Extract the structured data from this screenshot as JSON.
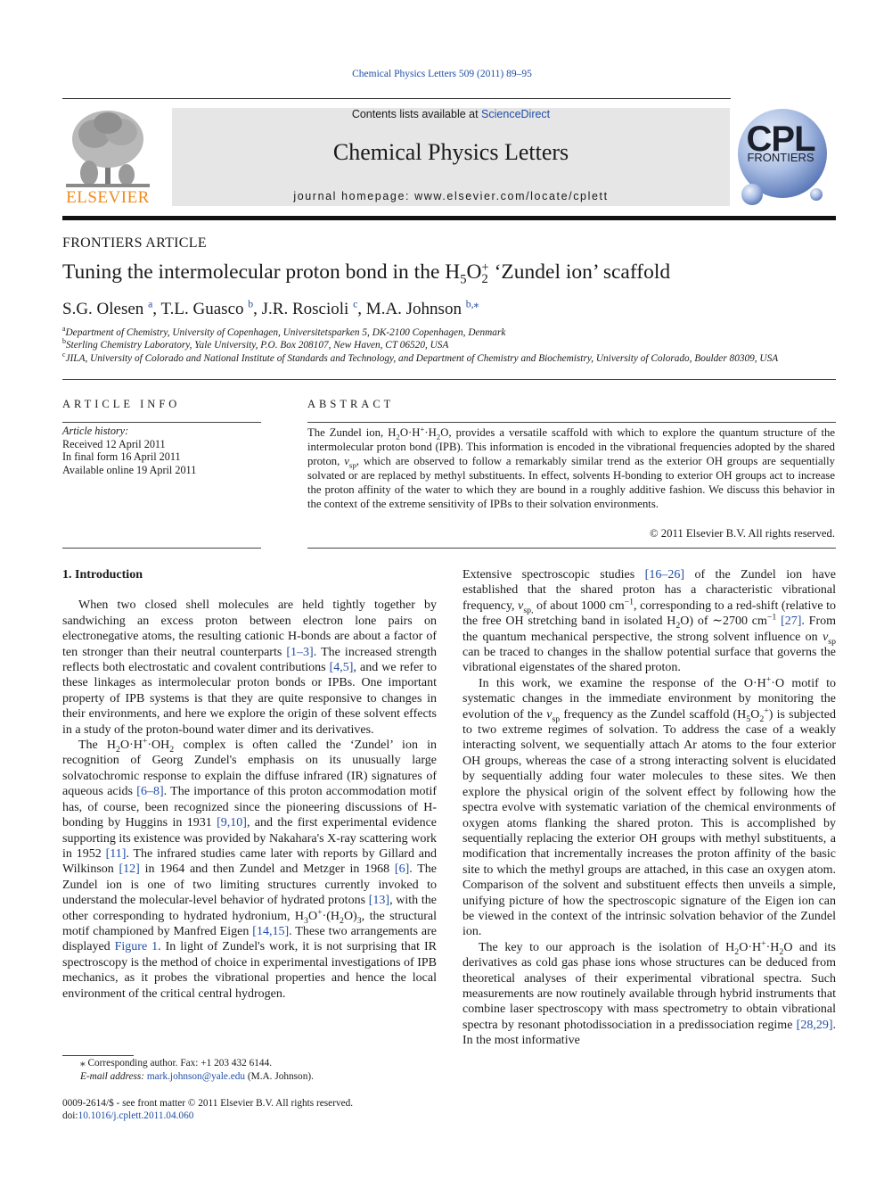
{
  "header": {
    "citation": "Chemical Physics Letters 509 (2011) 89–95",
    "contents_prefix": "Contents lists available at ",
    "contents_link": "ScienceDirect",
    "journal_title": "Chemical Physics Letters",
    "homepage_prefix": "journal homepage: ",
    "homepage_url": "www.elsevier.com/locate/cplett",
    "publisher_logo_text": "ELSEVIER",
    "journal_logo_line1": "CPL",
    "journal_logo_line2": "FRONTIERS"
  },
  "article": {
    "type": "FRONTIERS ARTICLE",
    "title_before": "Tuning the intermolecular proton bond in the H",
    "title_sub1": "5",
    "title_mid": "O",
    "title_sup": "+",
    "title_sub2": "2",
    "title_after": " ‘Zundel ion’ scaffold",
    "authors": [
      {
        "name": "S.G. Olesen",
        "mark": "a",
        "sep": ", "
      },
      {
        "name": "T.L. Guasco",
        "mark": "b",
        "sep": ", "
      },
      {
        "name": "J.R. Roscioli",
        "mark": "c",
        "sep": ", "
      },
      {
        "name": "M.A. Johnson",
        "mark": "b,⁎",
        "sep": ""
      }
    ],
    "affiliations": [
      {
        "mark": "a",
        "text": "Department of Chemistry, University of Copenhagen, Universitetsparken 5, DK-2100 Copenhagen, Denmark"
      },
      {
        "mark": "b",
        "text": "Sterling Chemistry Laboratory, Yale University, P.O. Box 208107, New Haven, CT 06520, USA"
      },
      {
        "mark": "c",
        "text": "JILA, University of Colorado and National Institute of Standards and Technology, and Department of Chemistry and Biochemistry, University of Colorado, Boulder 80309, USA"
      }
    ]
  },
  "info": {
    "heading": "ARTICLE INFO",
    "history_label": "Article history:",
    "received": "Received 12 April 2011",
    "revised": "In final form 16 April 2011",
    "online": "Available online 19 April 2011"
  },
  "abstract": {
    "heading": "ABSTRACT",
    "copyright": "© 2011 Elsevier B.V. All rights reserved."
  },
  "body": {
    "intro_heading": "1. Introduction"
  },
  "footnote": {
    "corresponding": "⁎  Corresponding author. Fax: +1 203 432 6144.",
    "email_label": "E-mail address: ",
    "email": "mark.johnson@yale.edu",
    "email_suffix": " (M.A. Johnson)."
  },
  "bottom": {
    "issn": "0009-2614/$ - see front matter © 2011 Elsevier B.V. All rights reserved.",
    "doi_label": "doi:",
    "doi": "10.1016/j.cplett.2011.04.060"
  }
}
